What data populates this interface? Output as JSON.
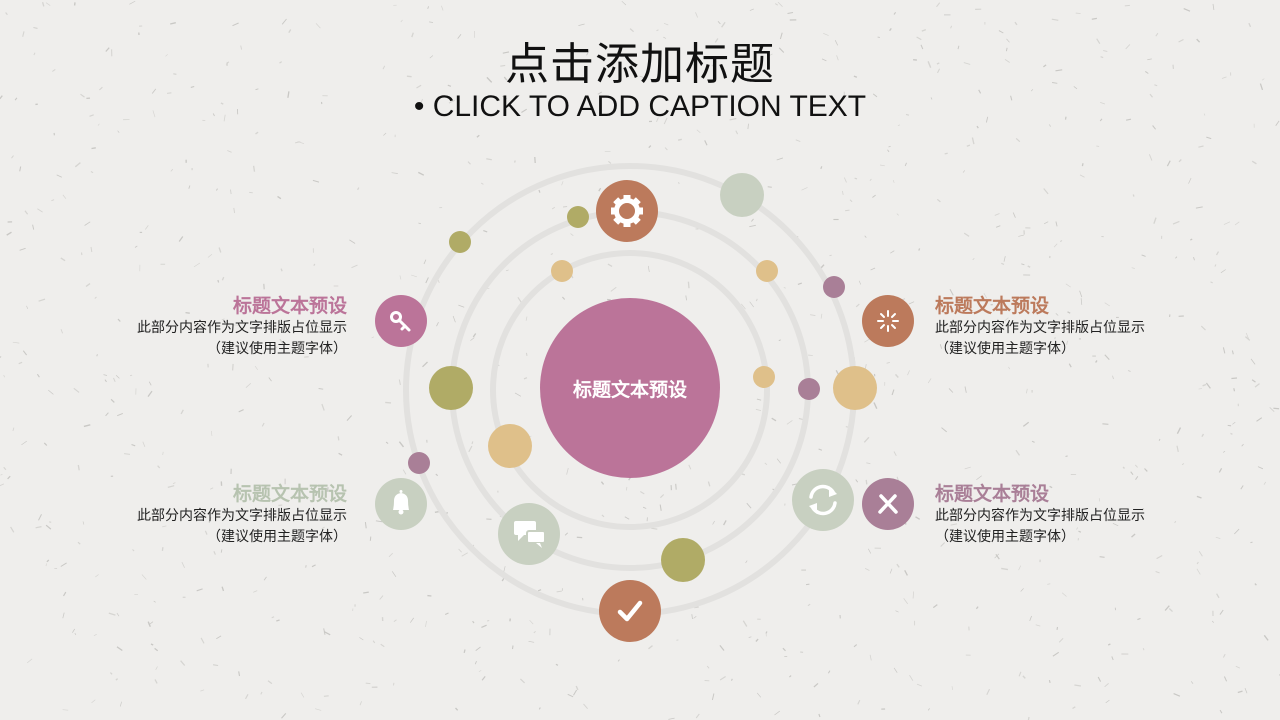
{
  "title": "点击添加标题",
  "subtitle": "CLICK TO ADD CAPTION TEXT",
  "center_label": "标题文本预设",
  "colors": {
    "background": "#efeeec",
    "ring": "#e2e1df",
    "pink": "#bb7499",
    "orange": "#bc7a5c",
    "olive": "#b0ab66",
    "sand": "#dfc08a",
    "sage": "#c8d0c1",
    "mauve": "#a97f97",
    "green_text": "#b7c3b0"
  },
  "icons": {
    "gear": "gear-icon",
    "key": "key-icon",
    "sparkle": "sparkle-icon",
    "bell": "bell-icon",
    "chat": "chat-icon",
    "refresh": "refresh-icon",
    "tools": "tools-icon",
    "check": "check-icon"
  },
  "items": [
    {
      "heading": "标题文本预设",
      "line1": "此部分内容作为文字排版占位显示",
      "line2": "（建议使用主题字体）"
    },
    {
      "heading": "标题文本预设",
      "line1": "此部分内容作为文字排版占位显示",
      "line2": "（建议使用主题字体）"
    },
    {
      "heading": "标题文本预设",
      "line1": "此部分内容作为文字排版占位显示",
      "line2": "（建议使用主题字体）"
    },
    {
      "heading": "标题文本预设",
      "line1": "此部分内容作为文字排版占位显示",
      "line2": "（建议使用主题字体）"
    }
  ]
}
